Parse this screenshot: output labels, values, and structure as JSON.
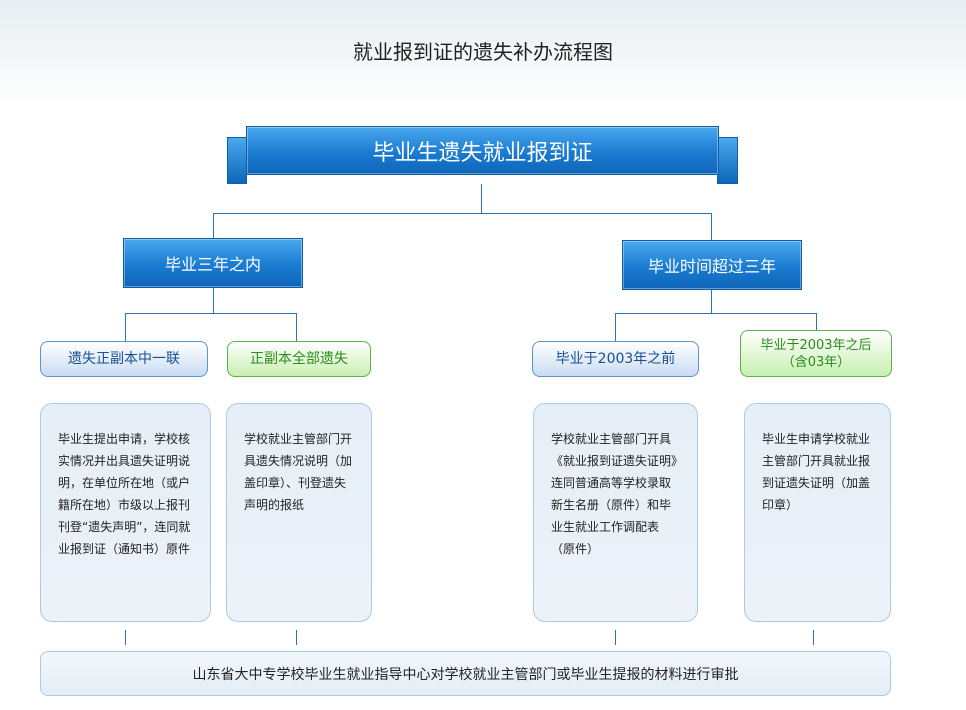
{
  "title": "就业报到证的遗失补办流程图",
  "root": "毕业生遗失就业报到证",
  "branches": [
    {
      "label": "毕业三年之内",
      "cases": [
        {
          "label": "遗失正副本中一联",
          "content": "毕业生提出申请，学校核实情况并出具遗失证明说明，在单位所在地（或户籍所在地）市级以上报刊刊登“遗失声明”，连同就业报到证（通知书）原件"
        },
        {
          "label": "正副本全部遗失",
          "content": "学校就业主管部门开具遗失情况说明（加盖印章）、刊登遗失声明的报纸"
        }
      ]
    },
    {
      "label": "毕业时间超过三年",
      "cases": [
        {
          "label": "毕业于2003年之前",
          "content": "学校就业主管部门开具《就业报到证遗失证明》连同普通高等学校录取新生名册（原件）和毕业生就业工作调配表（原件）"
        },
        {
          "label": "毕业于2003年之后",
          "label2": "（含03年）",
          "content": "毕业生申请学校就业主管部门开具就业报到证遗失证明（加盖印章）"
        }
      ]
    }
  ],
  "final": "山东省大中专学校毕业生就业指导中心对学校就业主管部门或毕业生提报的材料进行审批"
}
